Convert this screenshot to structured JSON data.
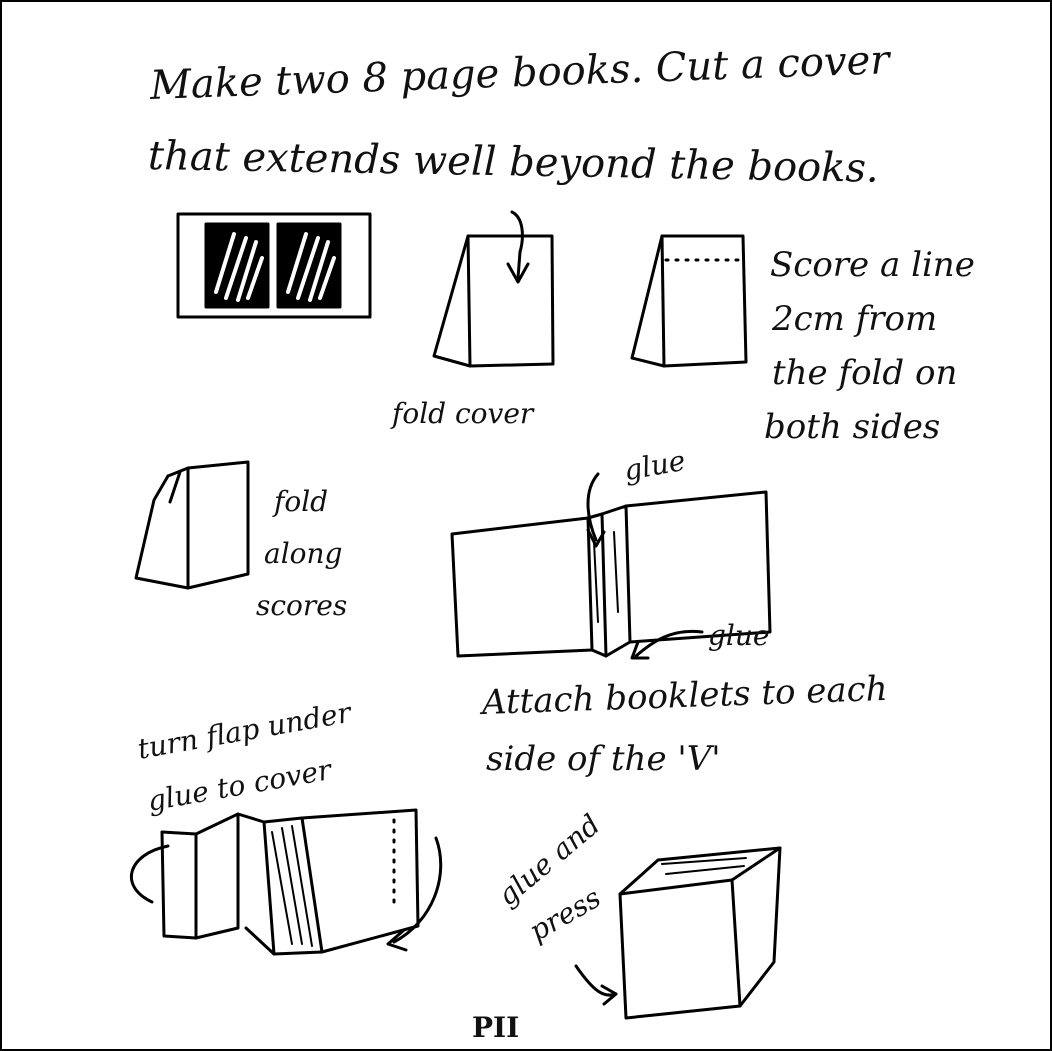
{
  "heading": {
    "line1": "Make two 8 page books. Cut a cover",
    "line2": "that extends well beyond the books."
  },
  "steps": {
    "fold_cover": "fold cover",
    "score_line1": "Score a line",
    "score_line2": "2cm from",
    "score_line3": "the fold on",
    "score_line4": "both sides",
    "fold_along1": "fold",
    "fold_along2": "along",
    "fold_along3": "scores",
    "glue_top": "glue",
    "glue_bottom": "glue",
    "attach_line1": "Attach booklets to each",
    "attach_line2": "side of the 'V'",
    "turn_flap1": "turn flap under",
    "turn_flap2": "glue to cover",
    "glue_press1": "glue and",
    "glue_press2": "press"
  },
  "page_mark": "PII"
}
